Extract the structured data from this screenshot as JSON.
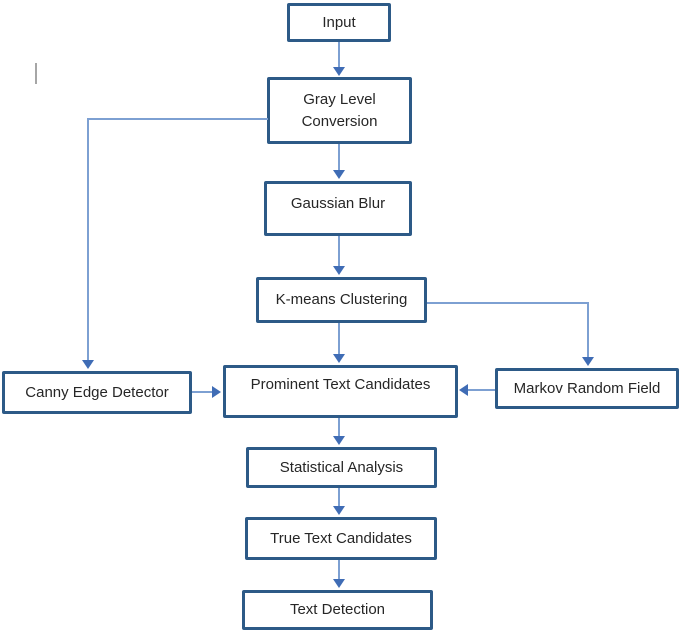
{
  "diagram": {
    "type": "flowchart",
    "background": "#ffffff",
    "colors": {
      "box_border": "#2d5a87",
      "arrow_shaft": "#7da0d2",
      "arrow_head": "#3f6cb5",
      "text": "#262626",
      "cursor_mark": "#a6a6a6"
    },
    "nodes": {
      "input": {
        "label": "Input"
      },
      "gray_level_conversion": {
        "label": "Gray Level Conversion",
        "line1": "Gray Level",
        "line2": "Conversion"
      },
      "gaussian_blur": {
        "label": "Gaussian Blur"
      },
      "k_means_clustering": {
        "label": "K-means Clustering"
      },
      "canny_edge_detector": {
        "label": "Canny Edge Detector"
      },
      "prominent_text_candidates": {
        "label": "Prominent Text Candidates"
      },
      "markov_random_field": {
        "label": "Markov Random Field"
      },
      "statistical_analysis": {
        "label": "Statistical Analysis"
      },
      "true_text_candidates": {
        "label": "True Text Candidates"
      },
      "text_detection": {
        "label": "Text Detection"
      }
    },
    "edges": [
      {
        "from": "input",
        "to": "gray_level_conversion"
      },
      {
        "from": "gray_level_conversion",
        "to": "gaussian_blur"
      },
      {
        "from": "gray_level_conversion",
        "to": "canny_edge_detector"
      },
      {
        "from": "gaussian_blur",
        "to": "k_means_clustering"
      },
      {
        "from": "k_means_clustering",
        "to": "prominent_text_candidates"
      },
      {
        "from": "k_means_clustering",
        "to": "markov_random_field"
      },
      {
        "from": "canny_edge_detector",
        "to": "prominent_text_candidates"
      },
      {
        "from": "markov_random_field",
        "to": "prominent_text_candidates"
      },
      {
        "from": "prominent_text_candidates",
        "to": "statistical_analysis"
      },
      {
        "from": "statistical_analysis",
        "to": "true_text_candidates"
      },
      {
        "from": "true_text_candidates",
        "to": "text_detection"
      }
    ]
  }
}
